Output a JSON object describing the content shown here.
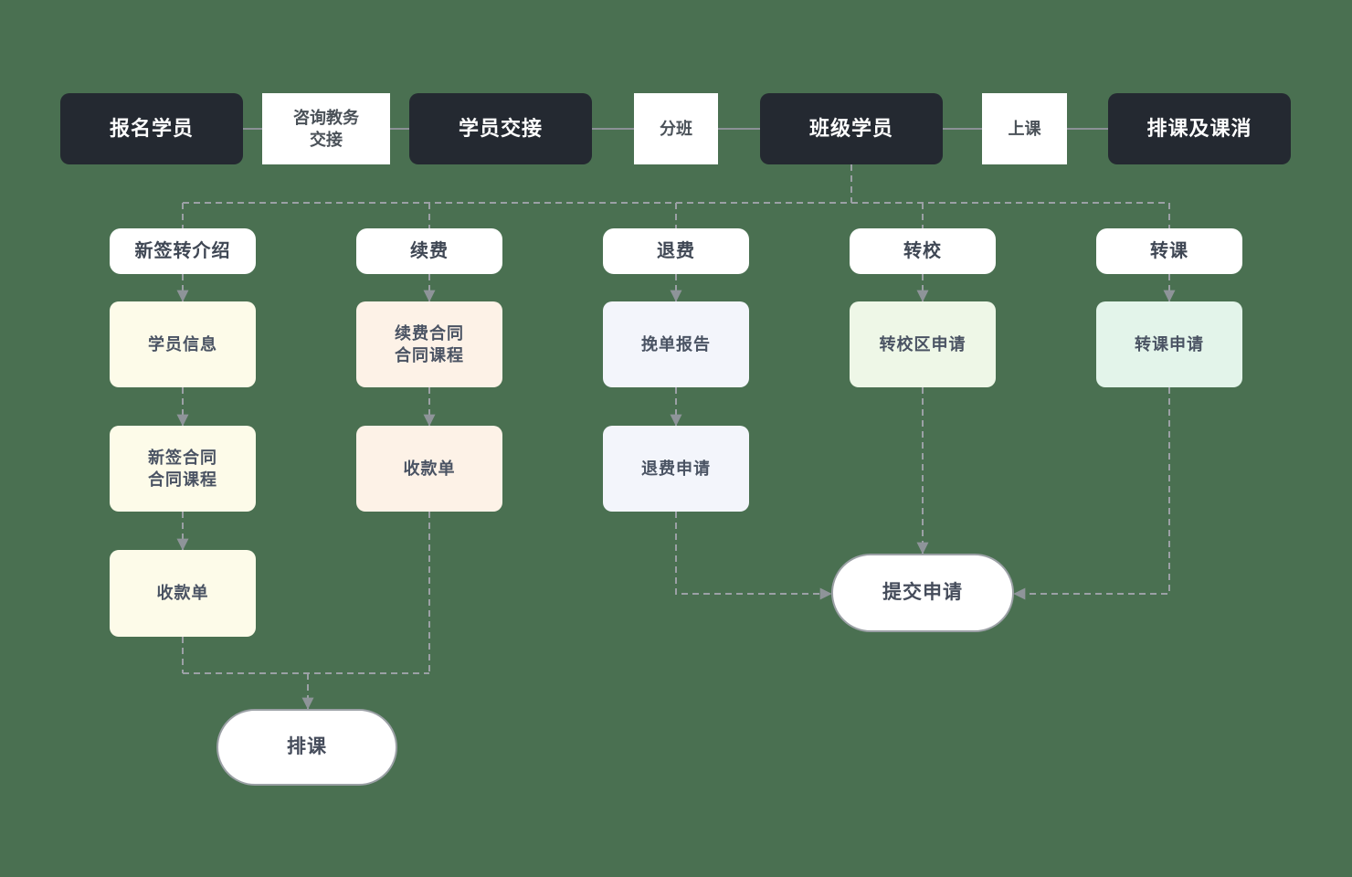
{
  "diagram_title": "student-lifecycle-flow",
  "colors": {
    "background": "#4A7051",
    "dark_node_bg": "#242931",
    "dark_node_text": "#FFFFFF",
    "light_node_bg": "#FFFFFF",
    "light_node_text": "#4A5158",
    "connector": "#9BA0A5",
    "arrowhead": "#8E9499",
    "step_yellow": "#FDFBE9",
    "step_peach": "#FDF2E7",
    "step_blue": "#F3F5FB",
    "step_lime": "#EEF7E7",
    "step_mint": "#E3F4EA"
  },
  "top_flow": [
    {
      "label": "报名学员",
      "style": "dark"
    },
    {
      "label": "咨询教务\n交接",
      "style": "light"
    },
    {
      "label": "学员交接",
      "style": "dark"
    },
    {
      "label": "分班",
      "style": "light"
    },
    {
      "label": "班级学员",
      "style": "dark"
    },
    {
      "label": "上课",
      "style": "light"
    },
    {
      "label": "排课及课消",
      "style": "dark"
    }
  ],
  "branches": [
    {
      "header": "新签转介绍",
      "steps": [
        "学员信息",
        "新签合同\n合同课程",
        "收款单"
      ]
    },
    {
      "header": "续费",
      "steps": [
        "续费合同\n合同课程",
        "收款单"
      ]
    },
    {
      "header": "退费",
      "steps": [
        "挽单报告",
        "退费申请"
      ]
    },
    {
      "header": "转校",
      "steps": [
        "转校区申请"
      ]
    },
    {
      "header": "转课",
      "steps": [
        "转课申请"
      ]
    }
  ],
  "terminals": {
    "submit_request": "提交申请",
    "schedule": "排课"
  }
}
